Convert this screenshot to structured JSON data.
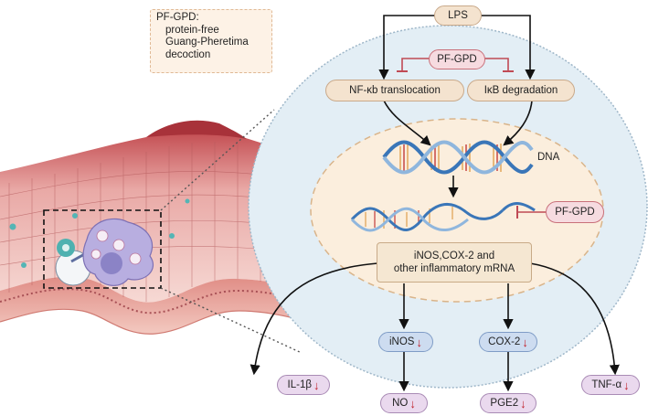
{
  "legend": {
    "title": "PF-GPD:",
    "line1": "protein-free",
    "line2": "Guang-Pheretima",
    "line3": "decoction"
  },
  "nodes": {
    "lps": "LPS",
    "pfgpd_top": "PF-GPD",
    "nfkb": "NF-κb translocation",
    "ikb": "IκB degradation",
    "dna": "DNA",
    "pfgpd_right": "PF-GPD",
    "mrna_line1": "iNOS,COX-2 and",
    "mrna_line2": "other inflammatory mRNA",
    "inos": "iNOS",
    "cox2": "COX-2",
    "il1b": "IL-1β",
    "tnfa": "TNF-α",
    "no": "NO",
    "pge2": "PGE2",
    "down_arrow": "↓"
  },
  "colors": {
    "cell_fill": "#e3eef5",
    "nucleus_fill": "#fbeedd",
    "inhibit": "#c04a55",
    "down_arrow": "#c0202b"
  }
}
